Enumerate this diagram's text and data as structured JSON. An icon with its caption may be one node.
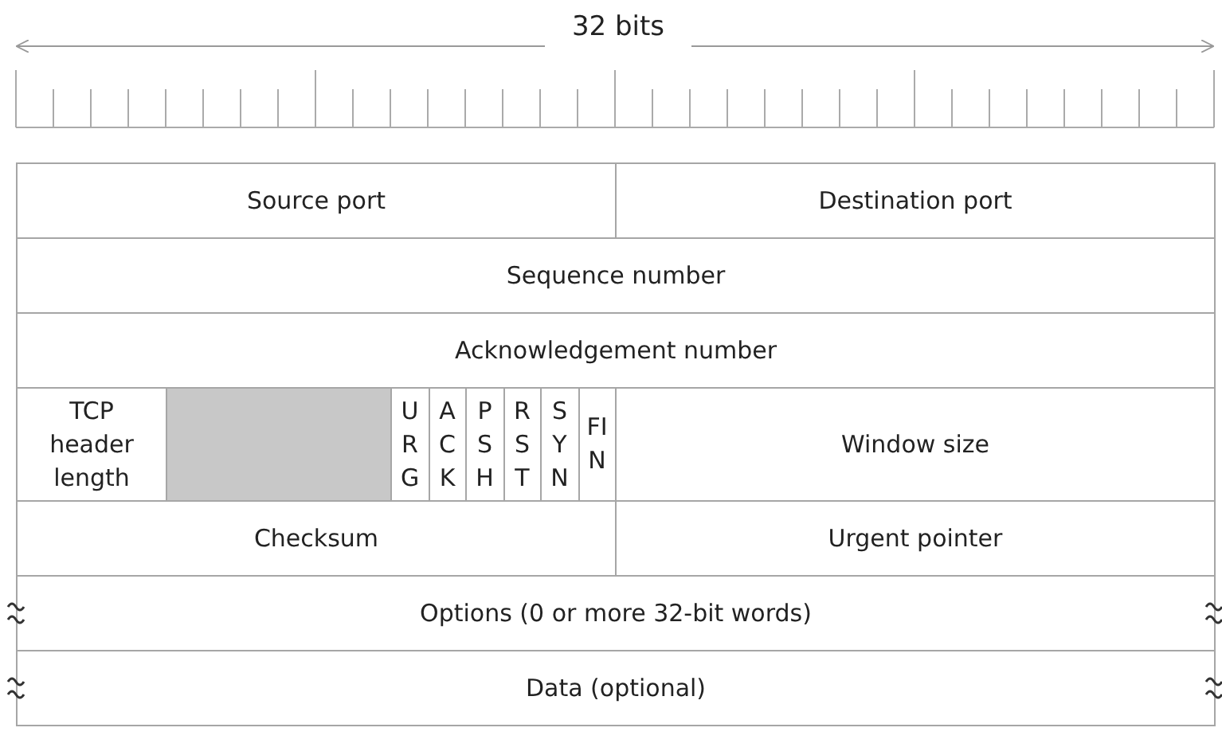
{
  "diagram": {
    "nodes": [
      {
        "text": [
          "Source port"
        ]
      },
      {
        "text": [
          "Destination port"
        ]
      },
      {
        "text": [
          "Sequence number"
        ]
      },
      {
        "text": [
          "Acknowledgement number"
        ]
      },
      {
        "text": [
          "TCP header length"
        ]
      },
      {
        "text": [],
        "shape": "box"
      },
      {
        "text": [
          "URG"
        ]
      },
      {
        "text": [
          "ACK"
        ]
      },
      {
        "text": [
          "PSH"
        ]
      },
      {
        "text": [
          "RST"
        ]
      },
      {
        "text": [
          "SYN"
        ]
      },
      {
        "text": [
          "FIN"
        ]
      },
      {
        "text": [
          "Window size"
        ]
      },
      {
        "text": [
          "Checksum"
        ]
      },
      {
        "text": [
          "Urgent pointer"
        ]
      },
      {
        "text": [
          "Options (0 or more 32-bit words)"
        ]
      },
      {
        "text": [
          "Data (optional)"
        ]
      }
    ],
    "edges": [],
    "labels": [
      "32 bits"
    ]
  }
}
